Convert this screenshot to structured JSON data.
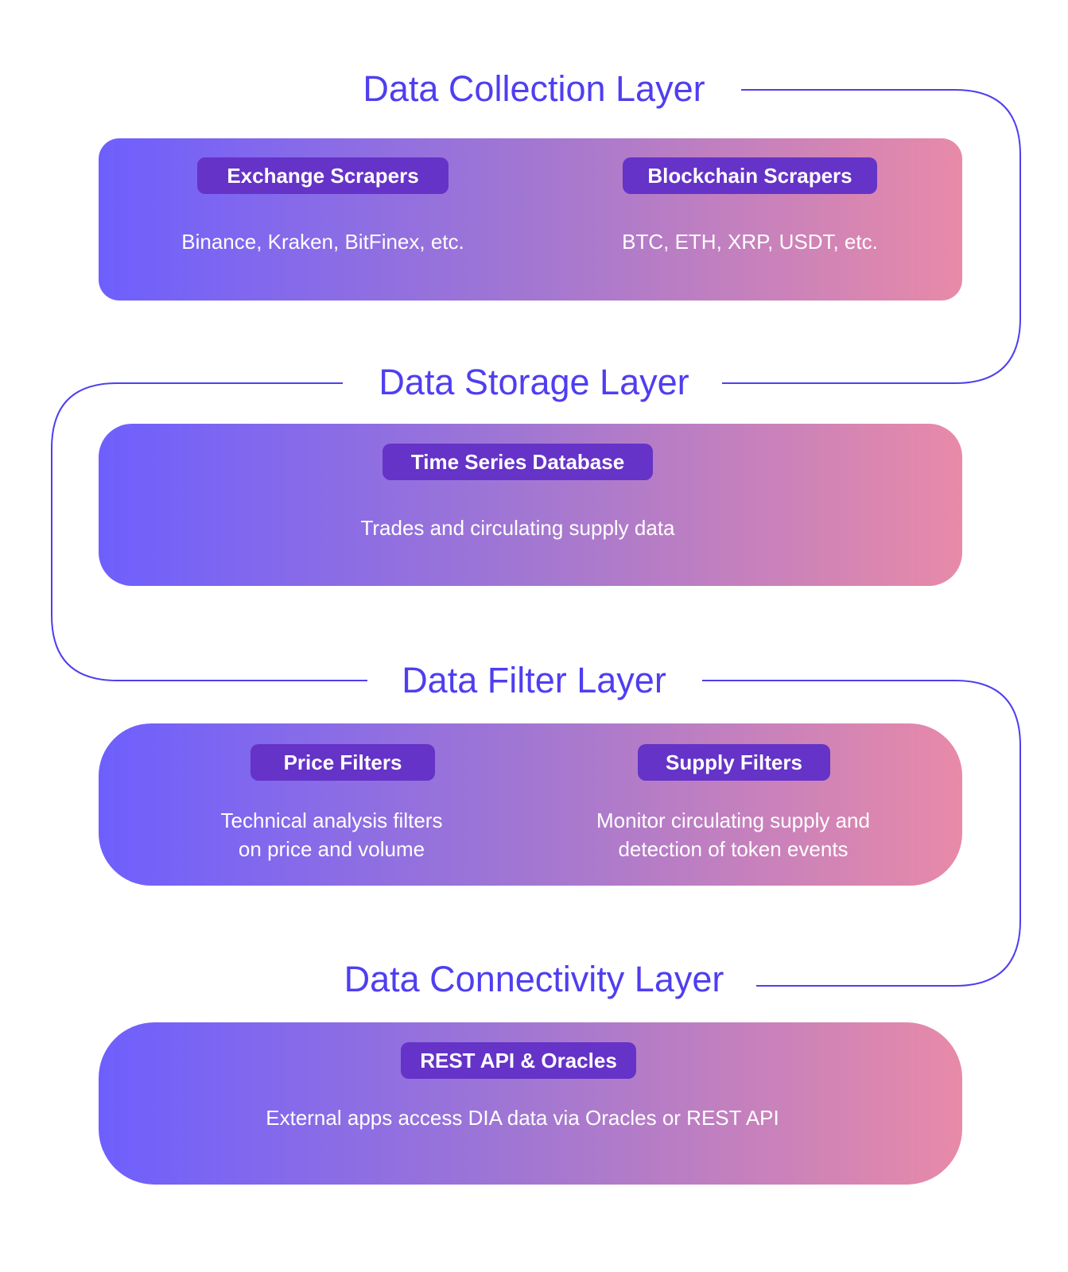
{
  "layers": [
    {
      "title": "Data Collection Layer",
      "groups": [
        {
          "label": "Exchange Scrapers",
          "description": "Binance, Kraken, BitFinex, etc."
        },
        {
          "label": "Blockchain Scrapers",
          "description": "BTC, ETH, XRP, USDT, etc."
        }
      ]
    },
    {
      "title": "Data Storage Layer",
      "groups": [
        {
          "label": "Time Series Database",
          "description": "Trades and circulating supply data"
        }
      ]
    },
    {
      "title": "Data Filter Layer",
      "groups": [
        {
          "label": "Price Filters",
          "description_lines": [
            "Technical analysis filters",
            "on price and volume"
          ]
        },
        {
          "label": "Supply Filters",
          "description_lines": [
            "Monitor circulating supply and",
            "detection of token events"
          ]
        }
      ]
    },
    {
      "title": "Data Connectivity Layer",
      "groups": [
        {
          "label": "REST API & Oracles",
          "description": "External apps access DIA data via Oracles or REST API"
        }
      ]
    }
  ],
  "colors": {
    "title": "#4f3ef0",
    "connector": "#4f3ef0",
    "card_gradient_start": "#6e5ffd",
    "card_gradient_mid": "#a277d2",
    "card_gradient_end": "#e88aa8",
    "pill": "#6533c7",
    "text_on_card": "#ffffff"
  }
}
